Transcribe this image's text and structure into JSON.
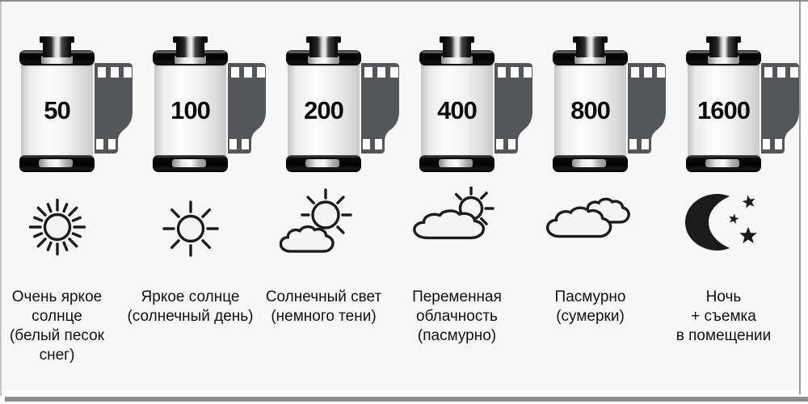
{
  "columns": [
    {
      "iso": "50",
      "icon": "very-bright-sun-icon",
      "label": "Очень яркое\nсолнце\n(белый песок\nснег)"
    },
    {
      "iso": "100",
      "icon": "bright-sun-icon",
      "label": "Яркое солнце\n(солнечный день)"
    },
    {
      "iso": "200",
      "icon": "sun-with-small-cloud-icon",
      "label": "Солнечный свет\n(немного тени)"
    },
    {
      "iso": "400",
      "icon": "cloud-with-sun-icon",
      "label": "Переменная\nоблачность\n(пасмурно)"
    },
    {
      "iso": "800",
      "icon": "overcast-cloud-icon",
      "label": "Пасмурно\n(сумерки)"
    },
    {
      "iso": "1600",
      "icon": "moon-and-stars-icon",
      "label": "Ночь\n+ съемка\nв помещении"
    }
  ],
  "colors": {
    "panel_background": "#f7f7f7",
    "film_strip": "#55565a",
    "canister_body": "#ececec",
    "icon_stroke": "#1c1c1c",
    "text": "#111111",
    "frame_border": "#8d8d8d",
    "bottom_bar": "#8f8f8f"
  }
}
